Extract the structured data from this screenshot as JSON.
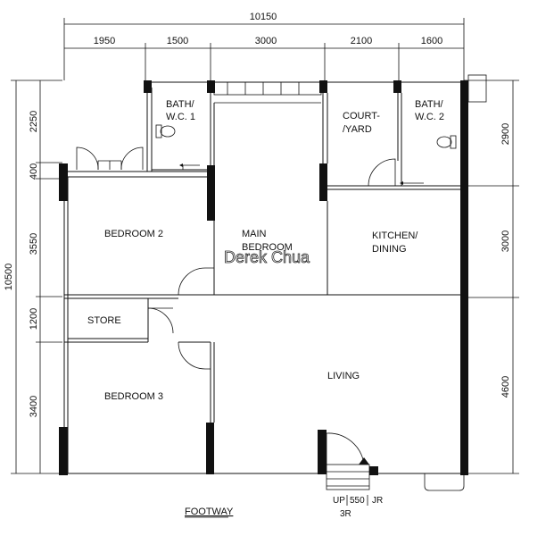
{
  "dimensions": {
    "top_total": "10150",
    "top_segments": [
      "1950",
      "1500",
      "3000",
      "2100",
      "1600"
    ],
    "left_total": "10500",
    "left_segments": [
      "2250",
      "400",
      "3550",
      "1200",
      "3400"
    ],
    "right_segments": [
      "2900",
      "3000",
      "4600"
    ]
  },
  "rooms": {
    "bath1": [
      "BATH/",
      "W.C. 1"
    ],
    "bath2": [
      "BATH/",
      "W.C. 2"
    ],
    "courtyard": [
      "COURT-",
      "/YARD"
    ],
    "bedroom2": "BEDROOM 2",
    "main_bedroom": [
      "MAIN",
      "BEDROOM"
    ],
    "kitchen": [
      "KITCHEN/",
      "DINING"
    ],
    "store": "STORE",
    "bedroom3": "BEDROOM 3",
    "living": "LIVING"
  },
  "stairs": {
    "up": "UP",
    "width": "550",
    "jr": "JR",
    "risers": "3R"
  },
  "footway": "FOOTWAY",
  "watermark": "Derek Chua"
}
